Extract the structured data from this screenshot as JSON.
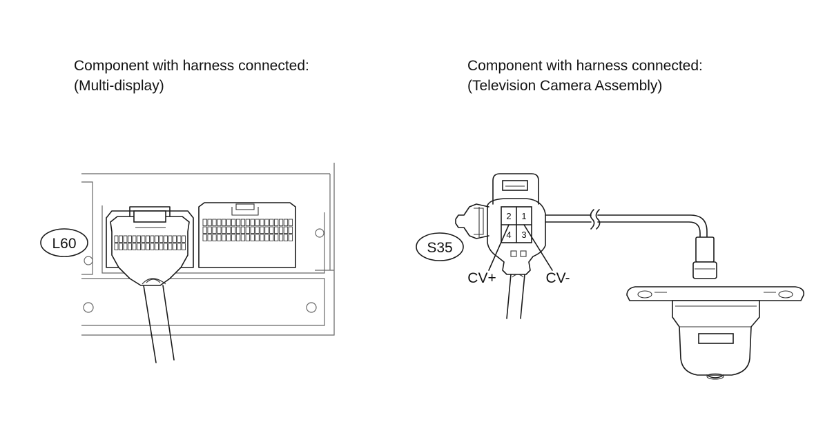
{
  "left_component": {
    "caption_line1": "Component with harness connected:",
    "caption_line2": "(Multi-display)",
    "connector_code": "L60"
  },
  "right_component": {
    "caption_line1": "Component with harness connected:",
    "caption_line2": "(Television Camera Assembly)",
    "connector_code": "S35",
    "pins": [
      "2",
      "1",
      "4",
      "3"
    ],
    "terminal_labels": [
      "CV+",
      "CV-"
    ]
  }
}
